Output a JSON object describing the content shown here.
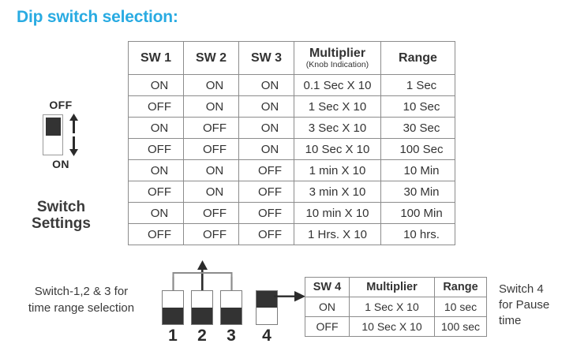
{
  "title": "Dip switch selection:",
  "accent_color": "#29ABE2",
  "dark_color": "#333333",
  "legend": {
    "off_label": "OFF",
    "on_label": "ON",
    "up_arrow_icon": "arrow-up-icon",
    "down_arrow_icon": "arrow-down-icon",
    "switch_icon": "dip-switch-icon",
    "caption_line1": "Switch",
    "caption_line2": "Settings"
  },
  "main_table": {
    "headers": {
      "sw1": "SW 1",
      "sw2": "SW 2",
      "sw3": "SW 3",
      "multiplier": "Multiplier",
      "multiplier_sub": "(Knob Indication)",
      "range": "Range"
    },
    "rows": [
      {
        "sw1": "ON",
        "sw2": "ON",
        "sw3": "ON",
        "multiplier": "0.1 Sec X 10",
        "range": "1 Sec"
      },
      {
        "sw1": "OFF",
        "sw2": "ON",
        "sw3": "ON",
        "multiplier": "1 Sec X 10",
        "range": "10 Sec"
      },
      {
        "sw1": "ON",
        "sw2": "OFF",
        "sw3": "ON",
        "multiplier": "3 Sec X 10",
        "range": "30 Sec"
      },
      {
        "sw1": "OFF",
        "sw2": "OFF",
        "sw3": "ON",
        "multiplier": "10 Sec X 10",
        "range": "100 Sec"
      },
      {
        "sw1": "ON",
        "sw2": "ON",
        "sw3": "OFF",
        "multiplier": "1 min X 10",
        "range": "10 Min"
      },
      {
        "sw1": "OFF",
        "sw2": "ON",
        "sw3": "OFF",
        "multiplier": "3 min X 10",
        "range": "30 Min"
      },
      {
        "sw1": "ON",
        "sw2": "OFF",
        "sw3": "OFF",
        "multiplier": "10 min X 10",
        "range": "100 Min"
      },
      {
        "sw1": "OFF",
        "sw2": "OFF",
        "sw3": "OFF",
        "multiplier": "1 Hrs. X 10",
        "range": "10 hrs."
      }
    ]
  },
  "bottom_caption": {
    "line1": "Switch-1,2 & 3 for",
    "line2": "time range selection"
  },
  "dip_bank": {
    "switches": [
      {
        "number": "1",
        "top": "light",
        "bottom": "dark"
      },
      {
        "number": "2",
        "top": "light",
        "bottom": "dark"
      },
      {
        "number": "3",
        "top": "light",
        "bottom": "dark"
      },
      {
        "number": "4",
        "top": "dark",
        "bottom": "light"
      }
    ],
    "bracket_icon": "bracket-arrow-up-icon",
    "sw4_arrow_icon": "arrow-right-icon"
  },
  "sw4_table": {
    "headers": {
      "sw4": "SW 4",
      "multiplier": "Multiplier",
      "range": "Range"
    },
    "rows": [
      {
        "sw4": "ON",
        "multiplier": "1 Sec X 10",
        "range": "10 sec"
      },
      {
        "sw4": "OFF",
        "multiplier": "10 Sec X 10",
        "range": "100 sec"
      }
    ]
  },
  "right_caption": {
    "line1": "Switch 4",
    "line2": "for Pause",
    "line3": "time"
  }
}
